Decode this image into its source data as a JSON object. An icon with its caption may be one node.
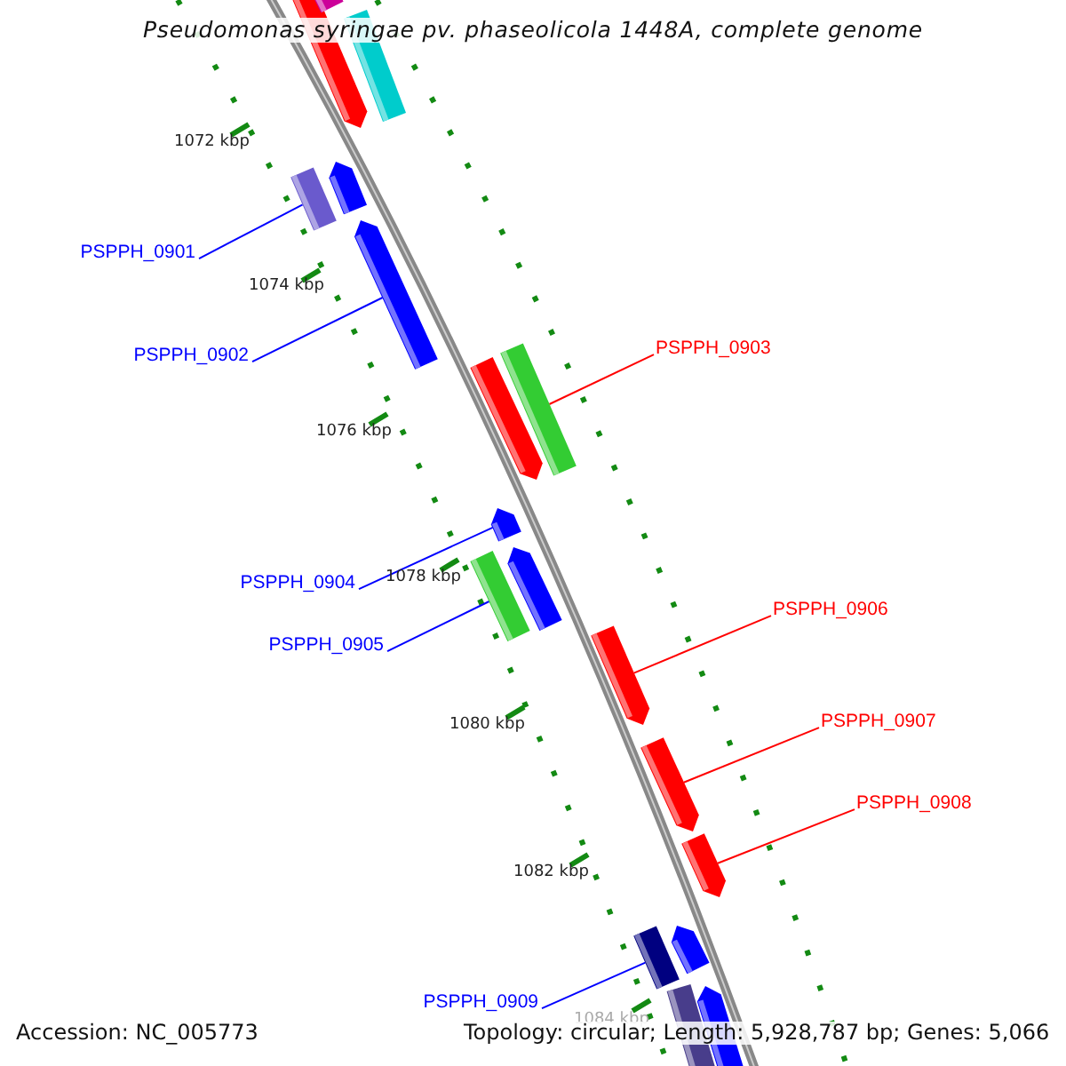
{
  "diagram": {
    "title": "Pseudomonas syringae pv. phaseolicola 1448A, complete genome",
    "nodes": [
      {
        "text": [
          "PSPPH_0901"
        ]
      },
      {
        "text": [
          "PSPPH_0902"
        ]
      },
      {
        "text": [
          "PSPPH_0903"
        ]
      },
      {
        "text": [
          "PSPPH_0904"
        ]
      },
      {
        "text": [
          "PSPPH_0905"
        ]
      },
      {
        "text": [
          "PSPPH_0906"
        ]
      },
      {
        "text": [
          "PSPPH_0907"
        ]
      },
      {
        "text": [
          "PSPPH_0908"
        ]
      },
      {
        "text": [
          "PSPPH_0909"
        ]
      },
      {
        "text": [],
        "shape": "bar"
      },
      {
        "text": [],
        "shape": "bar"
      },
      {
        "text": [],
        "shape": "bar"
      },
      {
        "text": [],
        "shape": "bar"
      },
      {
        "text": [],
        "shape": "bar"
      },
      {
        "text": [],
        "shape": "bar"
      },
      {
        "text": [],
        "shape": "bar"
      },
      {
        "text": [],
        "shape": "bar"
      },
      {
        "text": [],
        "shape": "bar"
      },
      {
        "text": [],
        "shape": "bar"
      },
      {
        "text": [],
        "shape": "bar"
      },
      {
        "text": [],
        "shape": "bar"
      },
      {
        "text": [],
        "shape": "bar"
      },
      {
        "text": [],
        "shape": "bar"
      },
      {
        "text": [],
        "shape": "bar"
      },
      {
        "text": [],
        "shape": "bar"
      },
      {
        "text": [],
        "shape": "bar"
      },
      {
        "text": [],
        "shape": "bar"
      }
    ],
    "edges": [
      {
        "from": 0,
        "to": 12,
        "arrow": "none"
      },
      {
        "from": 1,
        "to": 14,
        "arrow": "none"
      },
      {
        "from": 2,
        "to": 16,
        "arrow": "none",
        "color": "#ff0000"
      },
      {
        "from": 3,
        "to": 17,
        "arrow": "none"
      },
      {
        "from": 4,
        "to": 18,
        "arrow": "none"
      },
      {
        "from": 5,
        "to": 20,
        "arrow": "none",
        "color": "#ff0000"
      },
      {
        "from": 6,
        "to": 21,
        "arrow": "none",
        "color": "#ff0000"
      },
      {
        "from": 7,
        "to": 22,
        "arrow": "none",
        "color": "#ff0000"
      },
      {
        "from": 8,
        "to": 23,
        "arrow": "none"
      }
    ],
    "labels": [
      "1072 kbp",
      "1074 kbp",
      "1076 kbp",
      "1078 kbp",
      "1080 kbp",
      "1082 kbp",
      "1084 kbp",
      "Accession: NC_005773",
      "Topology: circular; Length: 5,928,787 bp; Genes: 5,066"
    ]
  }
}
